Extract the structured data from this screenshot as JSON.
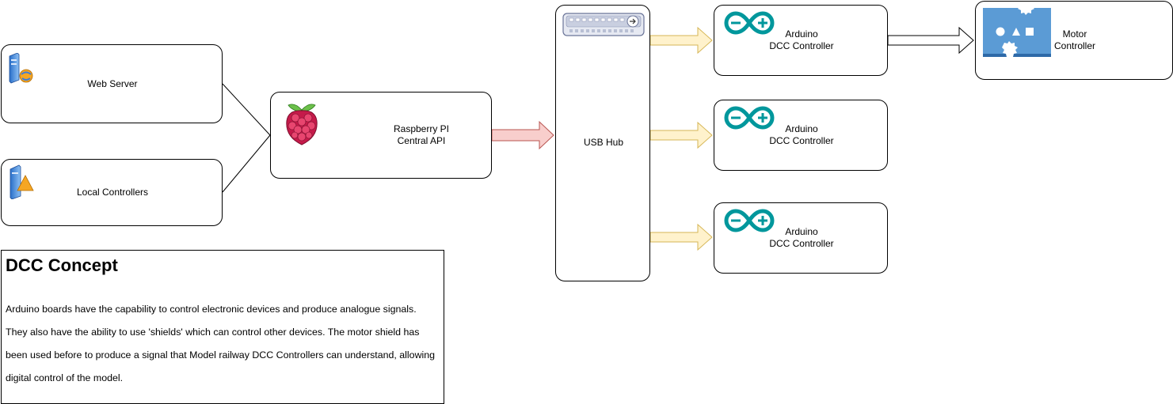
{
  "nodes": {
    "web_server": {
      "label": "Web Server",
      "icon": "web-server-icon"
    },
    "local_controllers": {
      "label": "Local Controllers",
      "icon": "local-controller-icon"
    },
    "raspberry": {
      "label": "Raspberry PI\nCentral API",
      "icon": "raspberry-pi-icon"
    },
    "usb_hub": {
      "label": "USB Hub",
      "icon": "usb-hub-icon"
    },
    "arduinos": [
      {
        "label": "Arduino\nDCC Controller",
        "icon": "arduino-icon"
      },
      {
        "label": "Arduino\nDCC Controller",
        "icon": "arduino-icon"
      },
      {
        "label": "Arduino\nDCC Controller",
        "icon": "arduino-icon"
      }
    ],
    "motor_controller": {
      "label": "Motor\nController",
      "icon": "motor-shield-icon"
    }
  },
  "concept": {
    "title": "DCC Concept",
    "body": "Arduino boards have the capability to control electronic devices and produce analogue signals. They also have the ability to use 'shields' which can control other devices. The motor shield has been used before to produce a signal that Model railway DCC Controllers can understand, allowing digital control of the model."
  },
  "edges": [
    {
      "from": "web_server",
      "to": "raspberry",
      "style": "line"
    },
    {
      "from": "local_controllers",
      "to": "raspberry",
      "style": "line"
    },
    {
      "from": "raspberry",
      "to": "usb_hub",
      "style": "block-arrow",
      "color": "#f8cecc",
      "stroke": "#b85450"
    },
    {
      "from": "usb_hub",
      "to": "arduino-1",
      "style": "block-arrow",
      "color": "#fff2cc",
      "stroke": "#d6b656"
    },
    {
      "from": "usb_hub",
      "to": "arduino-2",
      "style": "block-arrow",
      "color": "#fff2cc",
      "stroke": "#d6b656"
    },
    {
      "from": "usb_hub",
      "to": "arduino-3",
      "style": "block-arrow",
      "color": "#fff2cc",
      "stroke": "#d6b656"
    },
    {
      "from": "arduino-1",
      "to": "motor_controller",
      "style": "block-arrow",
      "color": "#ffffff",
      "stroke": "#000000"
    }
  ],
  "colors": {
    "arduino_teal": "#00979c",
    "raspberry_red": "#c51a4a",
    "raspberry_leaf": "#6cc04a",
    "motor_blue": "#5b9bd5",
    "server_blue": "#4a8fe0",
    "orange_accent": "#f5a623"
  }
}
